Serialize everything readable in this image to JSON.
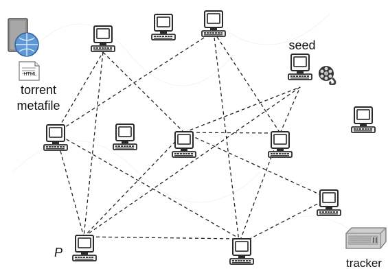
{
  "labels": {
    "torrent": "torrent",
    "metafile": "metafile",
    "seed": "seed",
    "peer": "P",
    "tracker": "tracker",
    "html": "HTML"
  },
  "colors": {
    "line": "#222222",
    "monitor": "#2a2a2a",
    "screen": "#ffffff",
    "keyboard": "#3b3b3b",
    "server_body": "#9a9a9a",
    "tracker_body": "#bdbdbd"
  },
  "icons": [
    "desktop-computer-icon",
    "file-server-with-globe-icon",
    "html-document-icon",
    "film-reel-icon",
    "rack-server-icon"
  ]
}
